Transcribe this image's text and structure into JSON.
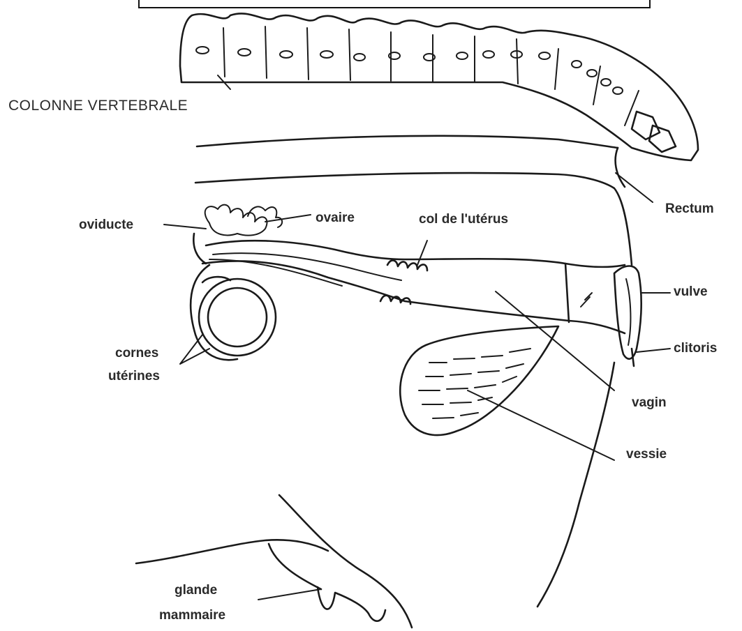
{
  "labels": {
    "colonne_vertebrale": "COLONNE VERTEBRALE",
    "oviducte": "oviducte",
    "ovaire": "ovaire",
    "col_uterus": "col de l'utérus",
    "rectum": "Rectum",
    "vulve": "vulve",
    "clitoris": "clitoris",
    "cornes_line1": "cornes",
    "cornes_line2": "utérines",
    "vagin": "vagin",
    "vessie": "vessie",
    "glande_line1": "glande",
    "glande_line2": "mammaire"
  }
}
